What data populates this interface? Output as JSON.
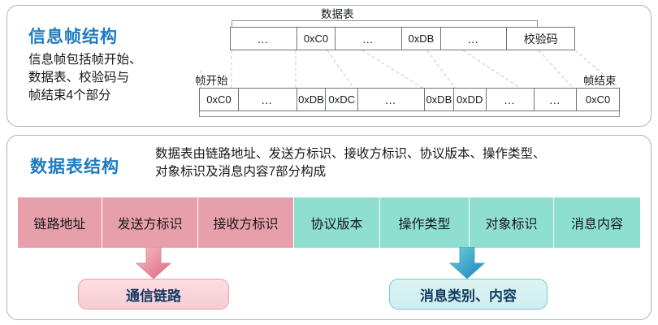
{
  "frame_panel": {
    "title": "信息帧结构",
    "description": "信息帧包括帧开始、\n数据表、校验码与\n帧结束4个部分",
    "bracket_label": "数据表",
    "frame_start_label": "帧开始",
    "frame_end_label": "帧结束",
    "top_row": [
      {
        "text": "…",
        "kind": "dots"
      },
      {
        "text": "0xC0",
        "kind": "hex"
      },
      {
        "text": "…",
        "kind": "dots"
      },
      {
        "text": "0xDB",
        "kind": "hex"
      },
      {
        "text": "…",
        "kind": "dots"
      },
      {
        "text": "校验码",
        "kind": "cjk"
      }
    ],
    "bottom_row": [
      {
        "text": "0xC0",
        "kind": "hex"
      },
      {
        "text": "…",
        "kind": "dots"
      },
      {
        "text": "0xDB",
        "kind": "hex"
      },
      {
        "text": "0xDC",
        "kind": "hex"
      },
      {
        "text": "…",
        "kind": "dots"
      },
      {
        "text": "0xDB",
        "kind": "hex"
      },
      {
        "text": "0xDD",
        "kind": "hex"
      },
      {
        "text": "…",
        "kind": "dots"
      },
      {
        "text": "…",
        "kind": "dots"
      },
      {
        "text": "0xC0",
        "kind": "hex"
      }
    ]
  },
  "table_panel": {
    "title": "数据表结构",
    "description": "数据表由链路地址、发送方标识、接收方标识、协议版本、操作类型、\n对象标识及消息内容7部分构成",
    "segments": [
      {
        "label": "链路地址",
        "color": "pink"
      },
      {
        "label": "发送方标识",
        "color": "pink"
      },
      {
        "label": "接收方标识",
        "color": "pink"
      },
      {
        "label": "协议版本",
        "color": "teal"
      },
      {
        "label": "操作类型",
        "color": "teal"
      },
      {
        "label": "对象标识",
        "color": "teal"
      },
      {
        "label": "消息内容",
        "color": "teal"
      }
    ],
    "callouts": [
      {
        "label": "通信链路",
        "color": "pink"
      },
      {
        "label": "消息类别、内容",
        "color": "teal"
      }
    ]
  },
  "colors": {
    "heading_blue": "#1f7cc0",
    "pink": "#e79fac",
    "teal": "#8fdfd0",
    "callout_text": "#123a5e",
    "panel_border": "#a9b3bd"
  }
}
